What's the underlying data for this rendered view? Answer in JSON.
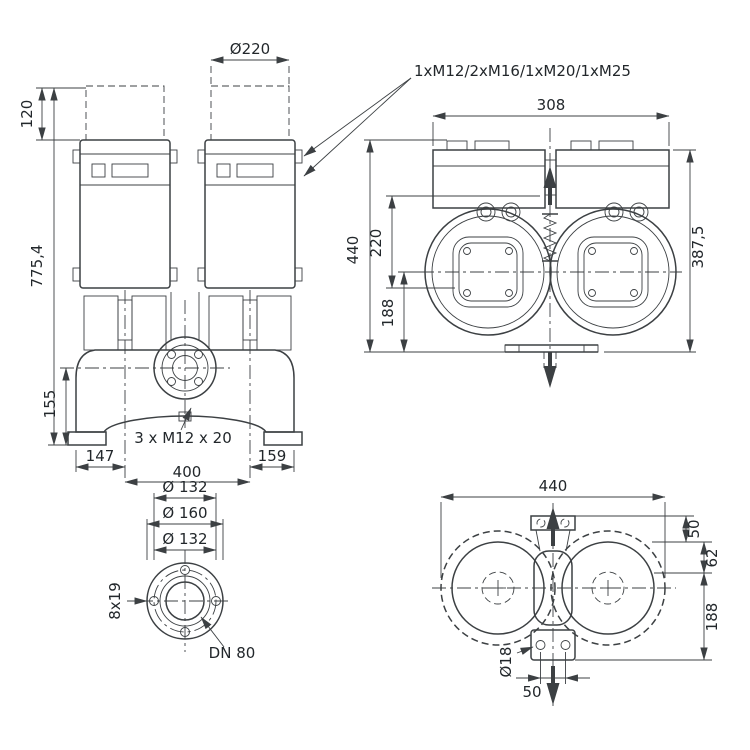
{
  "meta": {
    "line_color": "#3c4043",
    "background": "#ffffff"
  },
  "front_view": {
    "dia_top": "Ø220",
    "clearance_height": "120",
    "total_height": "775,4",
    "base_height": "155",
    "left_offset": "147",
    "axis_spacing": "400",
    "right_offset": "159",
    "bolt_note": "3 x M12 x 20",
    "gland_note": "1xM12/2xM16/1xM20/1xM25"
  },
  "side_view": {
    "width": "308",
    "height_right": "387,5",
    "height_total": "440",
    "height_mid": "220",
    "height_low": "188"
  },
  "flange_view": {
    "dia_1": "Ø 132",
    "dia_2": "Ø 160",
    "dia_3": "Ø 132",
    "holes": "8x19",
    "nominal": "DN 80"
  },
  "top_view": {
    "width": "440",
    "offset_1": "50",
    "offset_2": "62",
    "offset_3": "188",
    "hole_dia": "Ø18",
    "hole_spacing": "50"
  }
}
